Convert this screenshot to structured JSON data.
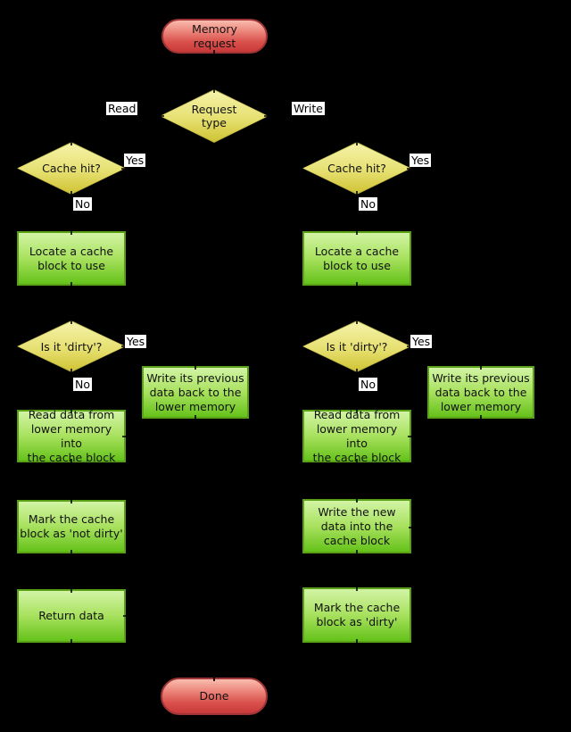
{
  "colors": {
    "background": "#000000",
    "terminal_fill_top": "#f8bcae",
    "terminal_fill_bottom": "#c83a3a",
    "terminal_border": "#a13434",
    "decision_fill_top": "#f5f3ab",
    "decision_fill_bottom": "#cfc334",
    "decision_border": "#b3a93f",
    "process_fill_top": "#d2f4a5",
    "process_fill_bottom": "#65c21a",
    "process_border": "#5aa118",
    "edge_label_bg": "#ffffff",
    "text": "#111111"
  },
  "nodes": {
    "memory_request": {
      "type": "terminal",
      "label": "Memory\nrequest"
    },
    "request_type": {
      "type": "decision",
      "label": "Request\ntype"
    },
    "read_branch": {
      "cache_hit": {
        "type": "decision",
        "label": "Cache hit?"
      },
      "locate_block": {
        "type": "process",
        "label": "Locate a cache\nblock to use"
      },
      "is_dirty": {
        "type": "decision",
        "label": "Is it 'dirty'?"
      },
      "write_back": {
        "type": "process",
        "label": "Write its previous\ndata back to the\nlower memory"
      },
      "read_from_lower": {
        "type": "process",
        "label": "Read data from\nlower memory into\nthe cache block"
      },
      "mark_not_dirty": {
        "type": "process",
        "label": "Mark the cache\nblock as 'not dirty'"
      },
      "return_data": {
        "type": "process",
        "label": "Return data"
      }
    },
    "write_branch": {
      "cache_hit": {
        "type": "decision",
        "label": "Cache hit?"
      },
      "locate_block": {
        "type": "process",
        "label": "Locate a cache\nblock to use"
      },
      "is_dirty": {
        "type": "decision",
        "label": "Is it 'dirty'?"
      },
      "write_back": {
        "type": "process",
        "label": "Write its previous\ndata back to the\nlower memory"
      },
      "read_from_lower": {
        "type": "process",
        "label": "Read data from\nlower memory into\nthe cache block"
      },
      "write_new_data": {
        "type": "process",
        "label": "Write the new\ndata into the\ncache block"
      },
      "mark_dirty": {
        "type": "process",
        "label": "Mark the cache\nblock as 'dirty'"
      }
    },
    "done": {
      "type": "terminal",
      "label": "Done"
    }
  },
  "edge_labels": {
    "read": "Read",
    "write": "Write",
    "yes": "Yes",
    "no": "No"
  }
}
